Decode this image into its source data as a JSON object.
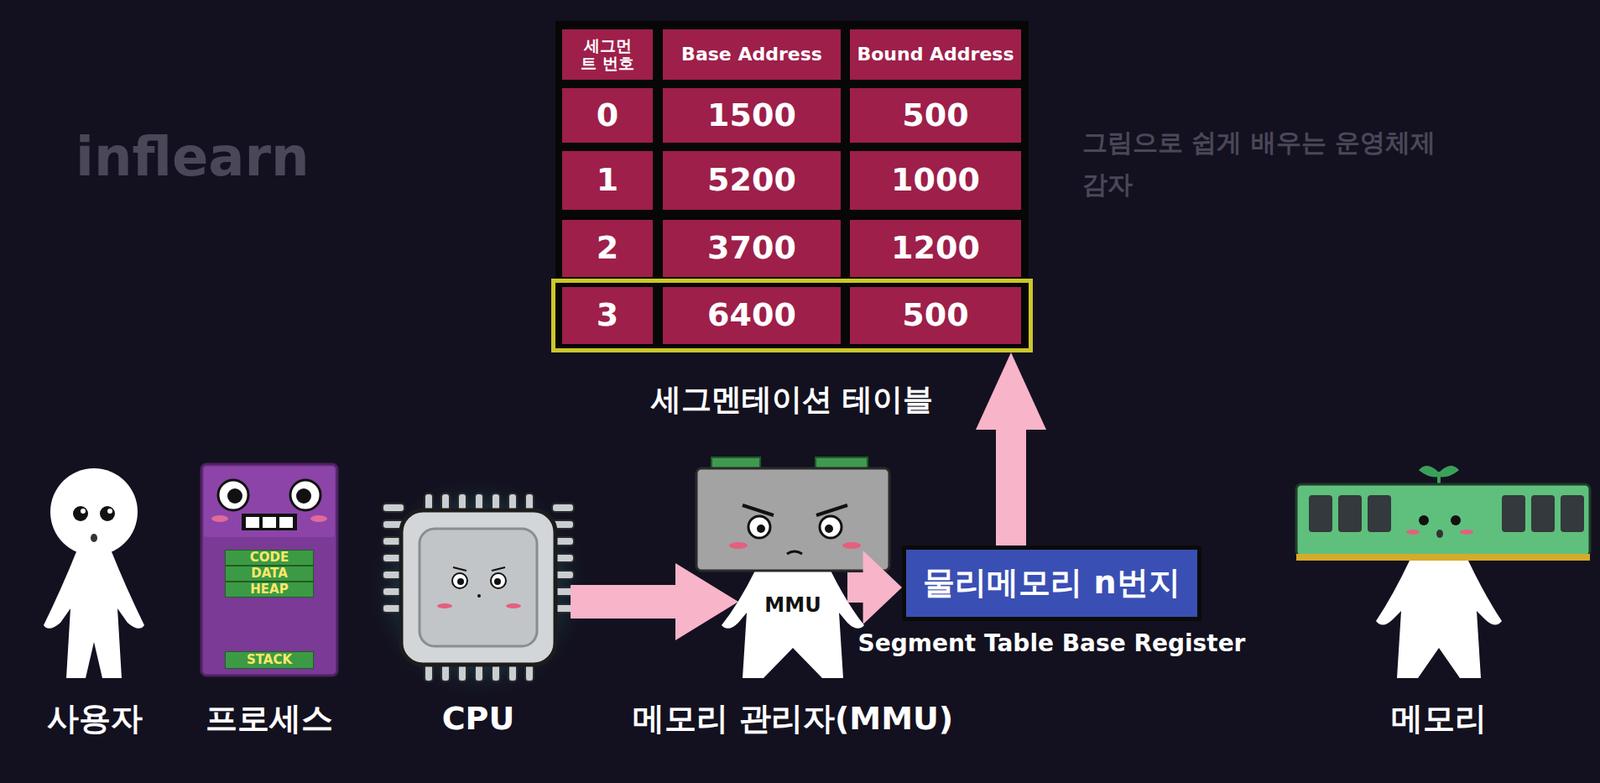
{
  "diagram": {
    "nodes": [
      {
        "text": [
          "세그멘테이션 테이블"
        ]
      },
      {
        "text": [
          "사용자"
        ]
      },
      {
        "text": [
          "프로세스"
        ]
      },
      {
        "text": [
          "CODE"
        ],
        "in": 2
      },
      {
        "text": [
          "DATA"
        ],
        "in": 2
      },
      {
        "text": [
          "HEAP"
        ],
        "in": 2
      },
      {
        "text": [
          "STACK"
        ],
        "in": 2
      },
      {
        "text": [
          "CPU"
        ]
      },
      {
        "text": [
          "MMU",
          "메모리 관리자(MMU)"
        ]
      },
      {
        "text": [
          "물리메모리 n번지",
          "Segment Table Base Register"
        ]
      },
      {
        "text": [
          "메모리"
        ]
      }
    ],
    "edges": [
      {
        "from": 7,
        "to": 8,
        "arrow": "to"
      },
      {
        "from": 8,
        "to": 9,
        "arrow": "to"
      },
      {
        "from": 9,
        "to": 0,
        "arrow": "to"
      }
    ],
    "labels": [
      "세그먼트 번호",
      "Base Address",
      "Bound Address",
      "0",
      "1500",
      "500",
      "1",
      "5200",
      "1000",
      "2",
      "3700",
      "1200",
      "3",
      "6400",
      "500",
      "inflearn",
      "그림으로 쉽게 배우는 운영체제",
      "감자"
    ]
  }
}
